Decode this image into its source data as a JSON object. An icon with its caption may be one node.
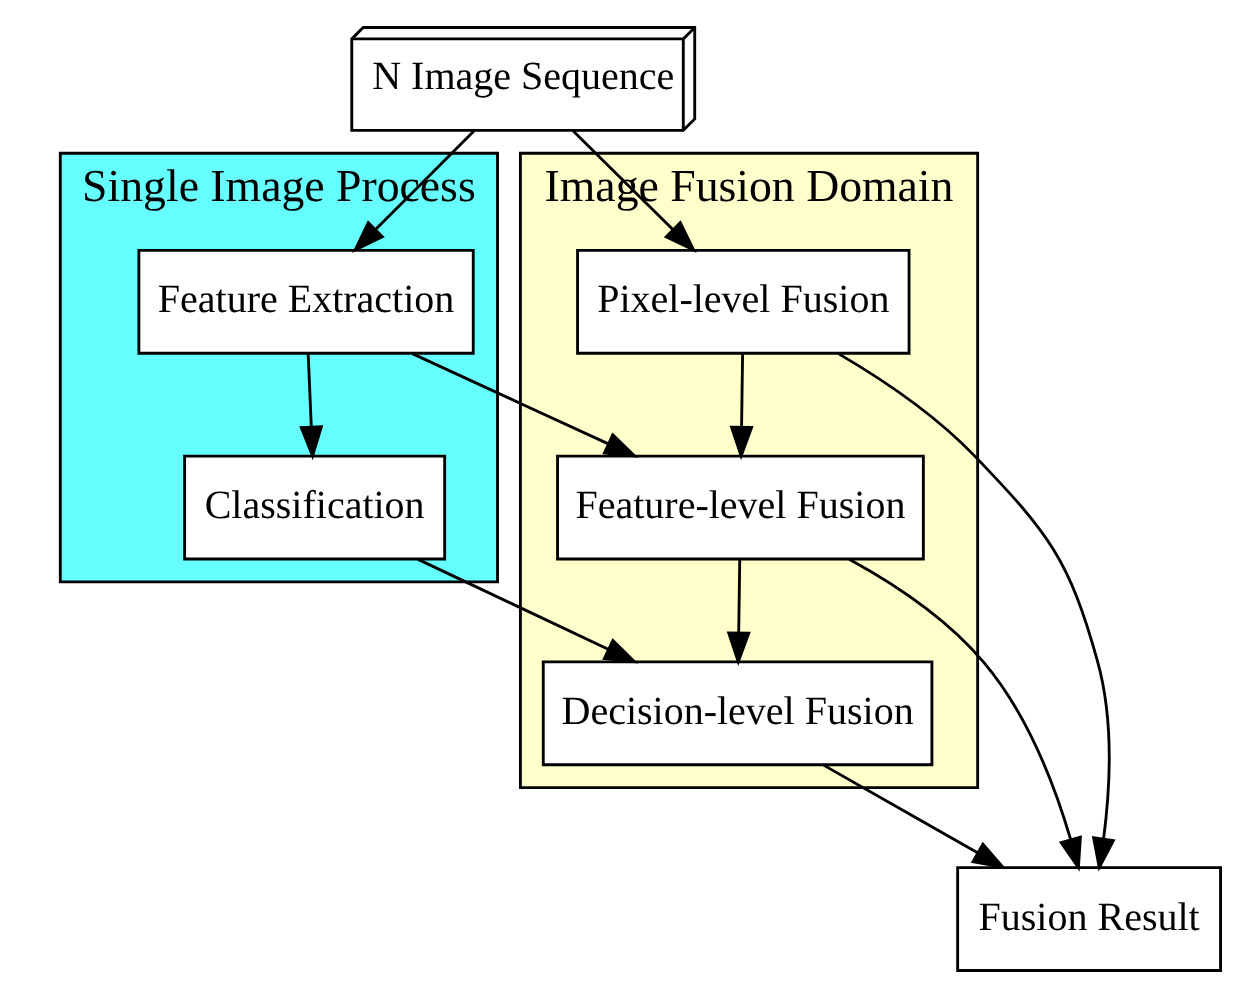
{
  "diagram": {
    "nodes": [
      {
        "text": [
          "N Image Sequence"
        ]
      },
      {
        "text": [
          "Single Image Process"
        ]
      },
      {
        "text": [
          "Image Fusion Domain"
        ]
      },
      {
        "text": [
          "Pixel-level Fusion"
        ],
        "in": 2
      },
      {
        "text": [
          "Fusion Result"
        ]
      },
      {
        "text": [
          "Feature Extraction"
        ],
        "in": 1
      },
      {
        "text": [
          "Feature-level Fusion"
        ],
        "in": 2
      },
      {
        "text": [
          "Classification"
        ],
        "in": 1
      },
      {
        "text": [
          "Decision-level Fusion"
        ],
        "in": 2
      }
    ],
    "edges": [
      {
        "from": 0,
        "to": 3,
        "arrow": "to"
      },
      {
        "from": 0,
        "to": 5,
        "arrow": "to"
      },
      {
        "from": 3,
        "to": 4,
        "arrow": "to"
      },
      {
        "from": 3,
        "to": 6,
        "arrow": "to"
      },
      {
        "from": 5,
        "to": 6,
        "arrow": "to"
      },
      {
        "from": 5,
        "to": 7,
        "arrow": "to"
      },
      {
        "from": 6,
        "to": 4,
        "arrow": "to"
      },
      {
        "from": 6,
        "to": 8,
        "arrow": "to"
      },
      {
        "from": 7,
        "to": 8,
        "arrow": "to"
      },
      {
        "from": 8,
        "to": 4,
        "arrow": "to"
      }
    ]
  }
}
